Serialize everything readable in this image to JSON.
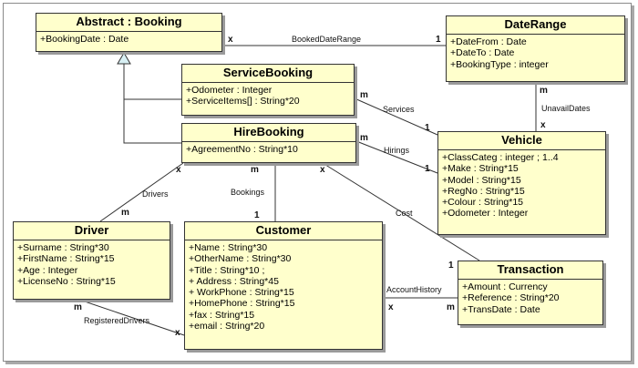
{
  "classes": {
    "booking": {
      "name": "Abstract : Booking",
      "attributes": [
        "+BookingDate : Date"
      ]
    },
    "daterange": {
      "name": "DateRange",
      "attributes": [
        "+DateFrom : Date",
        "+DateTo : Date",
        "+BookingType : integer"
      ]
    },
    "service": {
      "name": "ServiceBooking",
      "attributes": [
        "+Odometer : Integer",
        "+ServiceItems[] : String*20"
      ]
    },
    "hire": {
      "name": "HireBooking",
      "attributes": [
        "+AgreementNo : String*10"
      ]
    },
    "vehicle": {
      "name": "Vehicle",
      "attributes": [
        "+ClassCateg : integer ; 1..4",
        "+Make : String*15",
        "+Model : String*15",
        "+RegNo : String*15",
        "+Colour : String*15",
        "+Odometer : Integer"
      ]
    },
    "driver": {
      "name": "Driver",
      "attributes": [
        "+Surname : String*30",
        "+FirstName : String*15",
        "+Age : Integer",
        "+LicenseNo : String*15"
      ]
    },
    "customer": {
      "name": "Customer",
      "attributes": [
        "+Name : String*30",
        "+OtherName : String*30",
        "+Title : String*10 ;",
        "+ Address : String*45",
        "+ WorkPhone : String*15",
        "+HomePhone : String*15",
        "+fax : String*15",
        "+email : String*20"
      ]
    },
    "transaction": {
      "name": "Transaction",
      "attributes": [
        "+Amount : Currency",
        "+Reference : String*20",
        "+TransDate : Date"
      ]
    }
  },
  "associations": {
    "booked_date_range": {
      "label": "BookedDateRange",
      "from_mult": "x",
      "to_mult": "1"
    },
    "unavail_dates": {
      "label": "UnavailDates",
      "from_mult": "m",
      "to_mult": "x"
    },
    "services": {
      "label": "Services",
      "from_mult": "m",
      "to_mult": "1"
    },
    "hirings": {
      "label": "Hirings",
      "from_mult": "m",
      "to_mult": "1"
    },
    "drivers": {
      "label": "Drivers",
      "from_mult": "x",
      "to_mult": "m"
    },
    "bookings": {
      "label": "Bookings",
      "from_mult": "m",
      "to_mult": "1"
    },
    "cost": {
      "label": "Cost",
      "from_mult": "x",
      "to_mult": "1"
    },
    "account_history": {
      "label": "AccountHistory",
      "from_mult": "x",
      "to_mult": "m"
    },
    "registered_drivers": {
      "label": "RegisteredDrivers",
      "from_mult": "m",
      "to_mult": "x"
    }
  },
  "colors": {
    "class_fill": "#ffffcc",
    "border": "#333333",
    "generalization_arrow": "#d8f0f4"
  }
}
